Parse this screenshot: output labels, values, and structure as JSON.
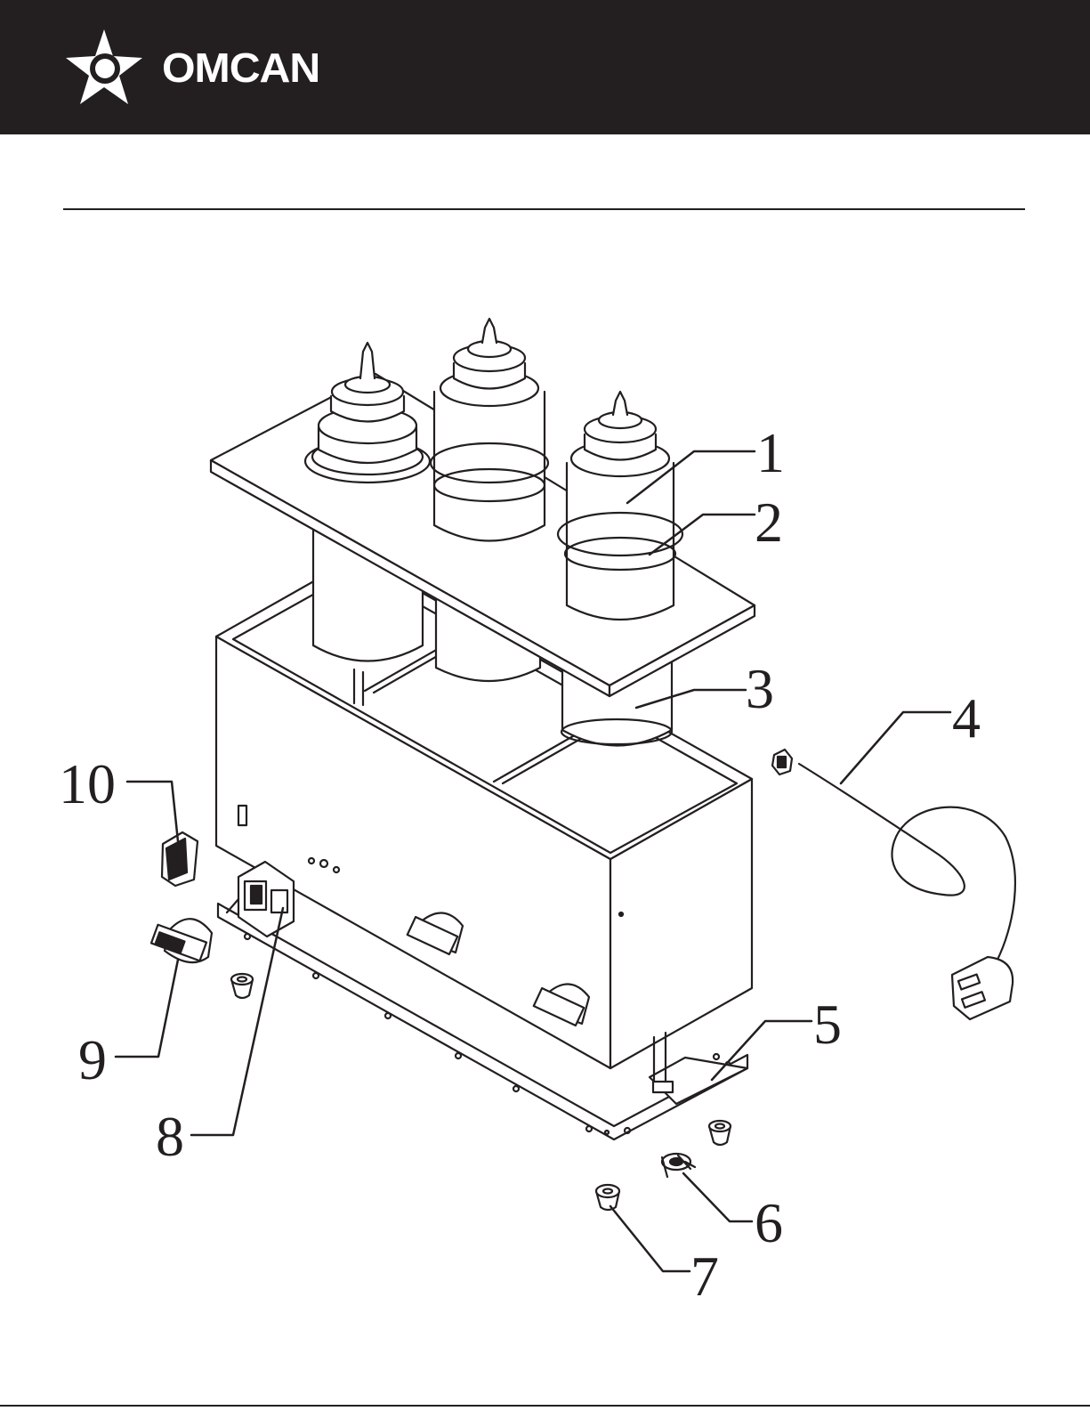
{
  "brand": {
    "name": "OMCAN",
    "color": "#231f20",
    "star_color": "#ffffff"
  },
  "callouts": [
    {
      "id": "1",
      "label": "1"
    },
    {
      "id": "2",
      "label": "2"
    },
    {
      "id": "3",
      "label": "3"
    },
    {
      "id": "4",
      "label": "4"
    },
    {
      "id": "5",
      "label": "5"
    },
    {
      "id": "6",
      "label": "6"
    },
    {
      "id": "7",
      "label": "7"
    },
    {
      "id": "8",
      "label": "8"
    },
    {
      "id": "9",
      "label": "9"
    },
    {
      "id": "10",
      "label": "10"
    }
  ]
}
